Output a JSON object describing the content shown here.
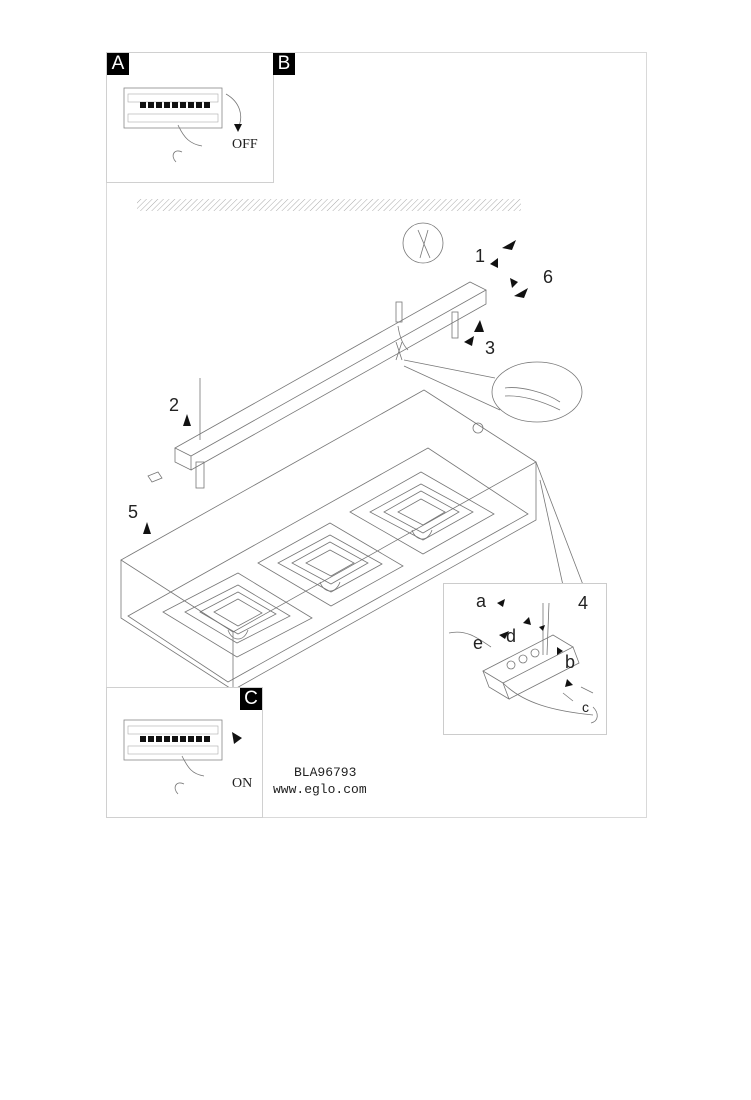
{
  "panels": {
    "a": {
      "letter": "A",
      "switch_label": "OFF"
    },
    "b": {
      "letter": "B"
    },
    "c": {
      "letter": "C",
      "switch_label": "ON"
    }
  },
  "steps": [
    "1",
    "2",
    "3",
    "4",
    "5",
    "6"
  ],
  "connector_letters": [
    "a",
    "b",
    "c",
    "d",
    "e"
  ],
  "footer": {
    "code": "BLA96793",
    "website": "www.eglo.com"
  }
}
